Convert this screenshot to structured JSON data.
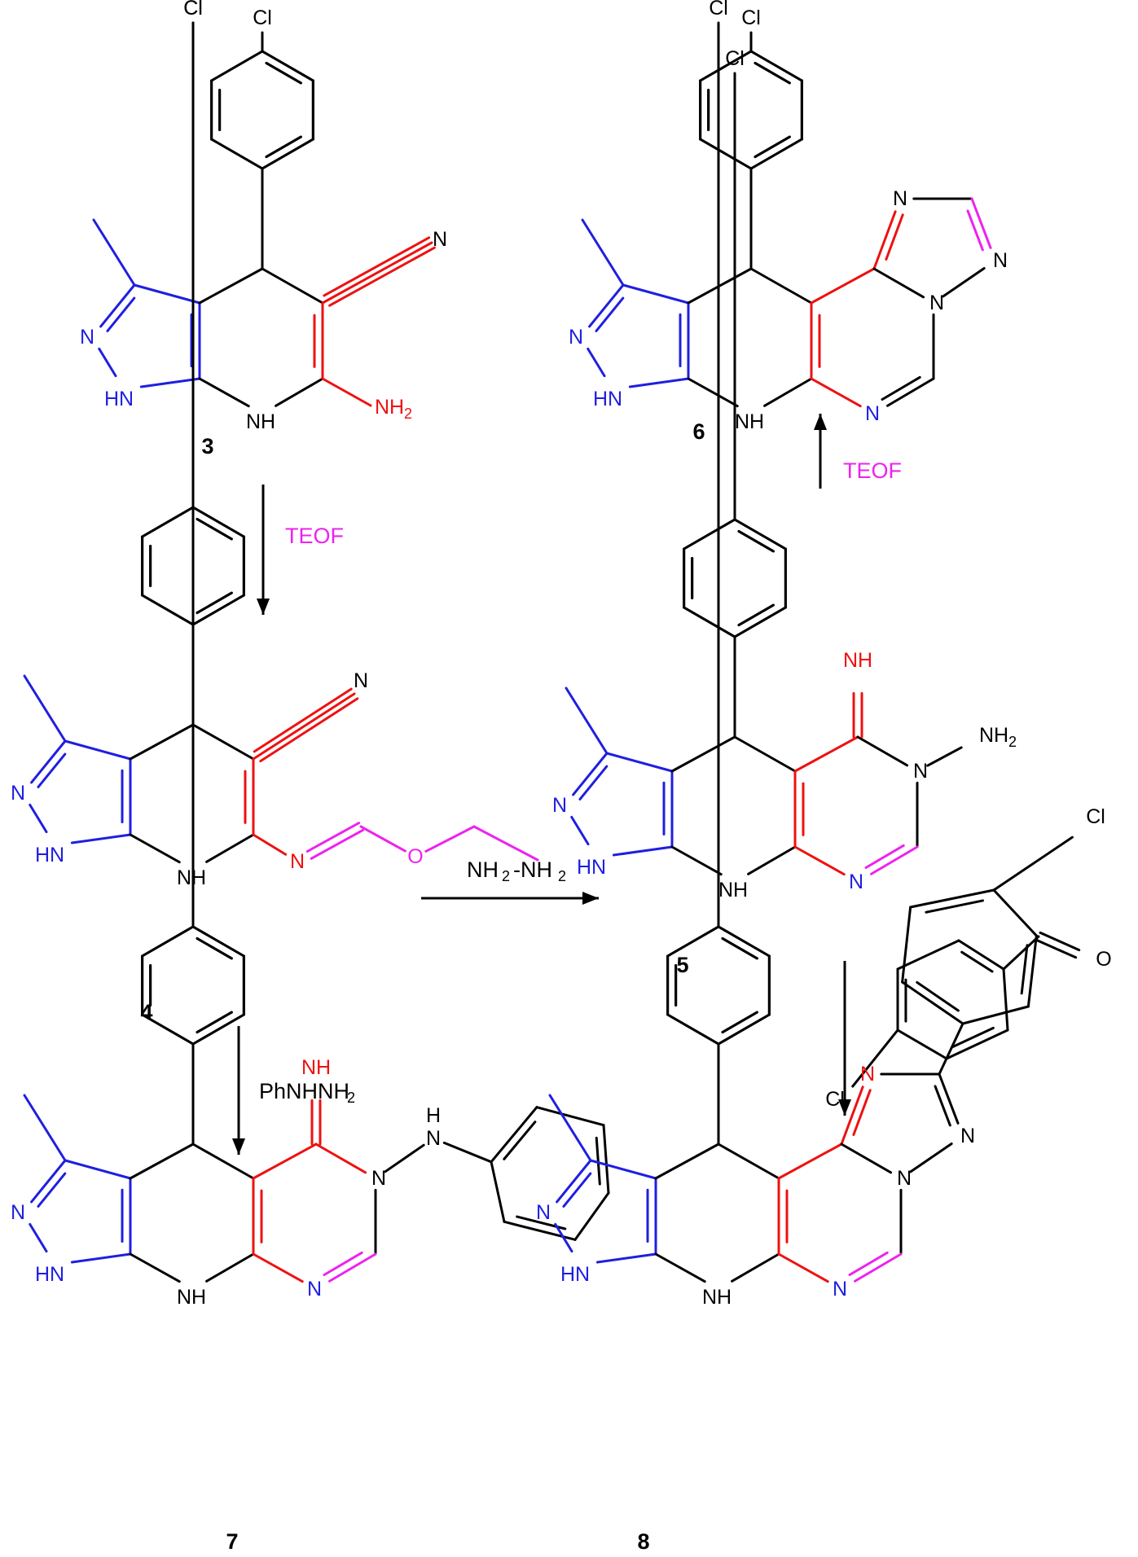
{
  "colors": {
    "black": "#000000",
    "blue": "#1f1fe0",
    "red": "#ee1111",
    "magenta": "#ee22ee"
  },
  "atoms": {
    "cl": "Cl",
    "n": "N",
    "h": "H",
    "nh": "NH",
    "hn": "HN",
    "nh2": "NH",
    "sub2": "2",
    "o": "O"
  },
  "compounds": {
    "c3": "3",
    "c4": "4",
    "c5": "5",
    "c6": "6",
    "c7": "7",
    "c8": "8"
  },
  "reagents": {
    "teof": "TEOF",
    "hydrazine_a": "NH",
    "hydrazine_b": "-NH",
    "phenylhydrazine": "PhNHNH"
  }
}
